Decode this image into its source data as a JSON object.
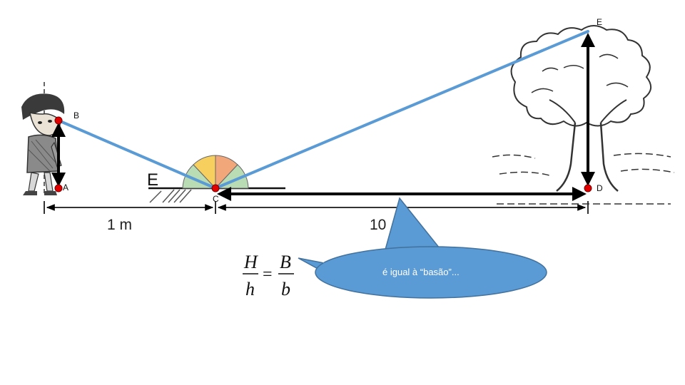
{
  "points": {
    "A": "A",
    "B": "B",
    "C": "C",
    "D": "D",
    "E": "E"
  },
  "mirror_label": "E",
  "distances": {
    "left": "1 m",
    "right": "10"
  },
  "equation": {
    "numerator_left": "H",
    "denominator_left": "h",
    "equals": "=",
    "numerator_right": "B",
    "denominator_right": "b"
  },
  "bubble": {
    "text": "é igual à “basão”..."
  },
  "colors": {
    "ray": "#5b9bd5",
    "point": "#e00000",
    "bubble": "#5b9bd5",
    "protractor_left": "#b9dcb5",
    "protractor_mid": "#f6cf5e",
    "protractor_right": "#f2a77a"
  }
}
